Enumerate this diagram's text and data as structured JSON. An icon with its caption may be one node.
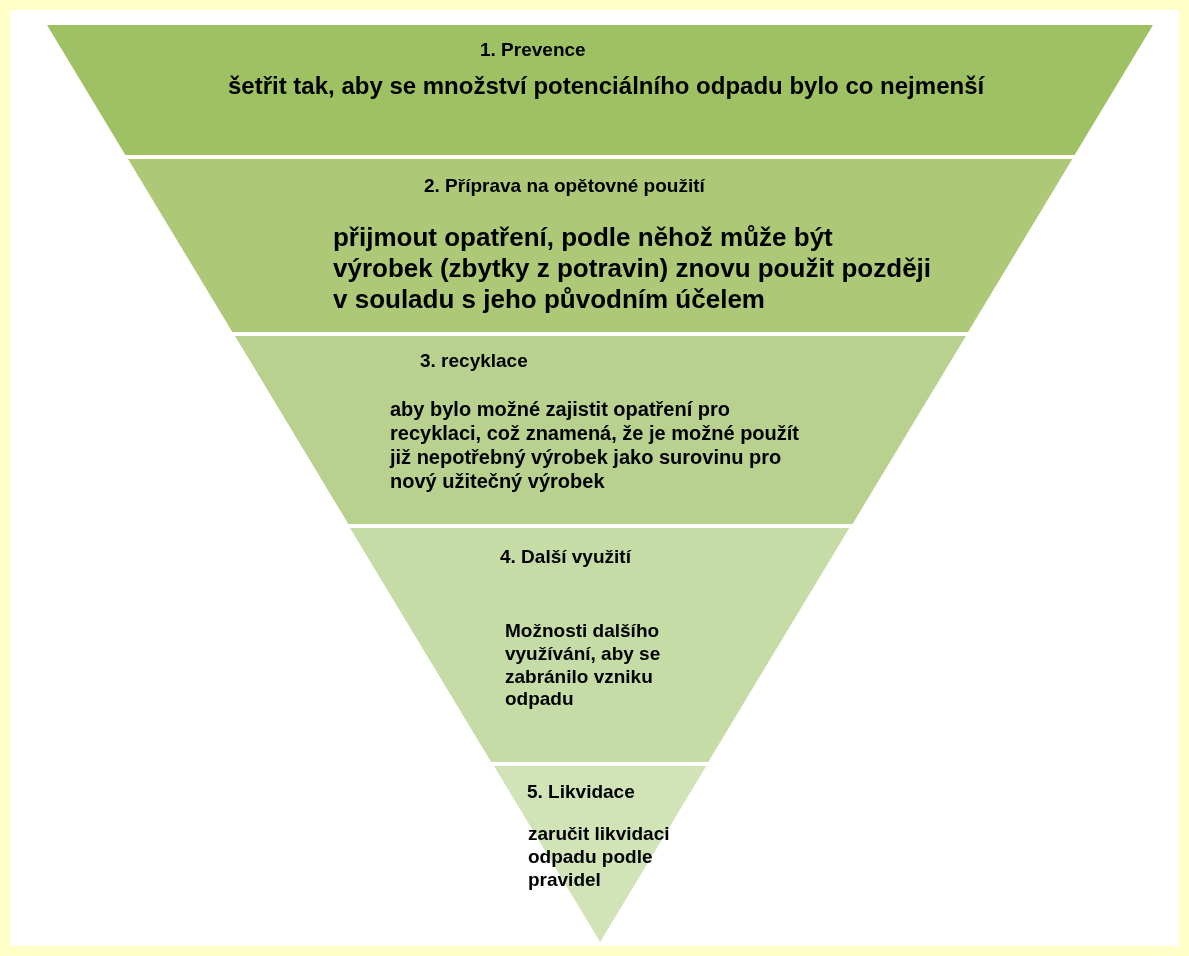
{
  "diagram": {
    "nodes": [
      {
        "text": [
          "1. Prevence",
          "šetřit tak, aby se množství potenciálního odpadu bylo co nejmenší"
        ]
      },
      {
        "text": [
          "2. Příprava na opětovné použití",
          "přijmout opatření, podle něhož může být výrobek (zbytky z potravin) znovu použit později v souladu s jeho původním účelem"
        ]
      },
      {
        "text": [
          "3. recyklace",
          "aby bylo možné zajistit opatření pro recyklaci, což znamená, že je možné použít již nepotřebný výrobek jako surovinu pro nový užitečný výrobek"
        ]
      },
      {
        "text": [
          "4. Další využití",
          "Možnosti dalšího využívání, aby se zabránilo vzniku odpadu"
        ]
      },
      {
        "text": [
          "5. Likvidace",
          "zaručit likvidaci odpadu podle pravidel"
        ]
      }
    ]
  }
}
